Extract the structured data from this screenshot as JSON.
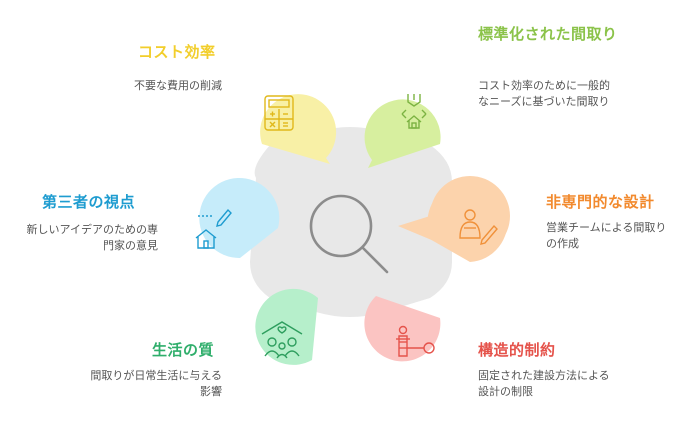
{
  "items": [
    {
      "title": "コスト効率",
      "desc": "不要な費用の削減",
      "color": "#f2ce2b",
      "fill": "#f8f0a6",
      "icon": "calculator-icon"
    },
    {
      "title": "標準化された間取り",
      "desc": "コスト効率のために一般的なニーズに基づいた間取り",
      "color": "#8bc34a",
      "fill": "#d7ef9f",
      "icon": "floorplan-home-icon"
    },
    {
      "title": "非専門的な設計",
      "desc": "営業チームによる間取りの作成",
      "color": "#f28a2e",
      "fill": "#fcd3ac",
      "icon": "sales-design-icon"
    },
    {
      "title": "構造的制約",
      "desc": "固定された建設方法による設計の制限",
      "color": "#e5534b",
      "fill": "#fbc4c2",
      "icon": "constraint-icon"
    },
    {
      "title": "生活の質",
      "desc": "間取りが日常生活に与える影響",
      "color": "#2fae6b",
      "fill": "#b6efcb",
      "icon": "family-home-icon"
    },
    {
      "title": "第三者の視点",
      "desc": "新しいアイデアのための専門家の意見",
      "color": "#1e9cd0",
      "fill": "#c6ecfa",
      "icon": "expert-home-icon"
    }
  ],
  "center_icon": "magnifier-icon"
}
